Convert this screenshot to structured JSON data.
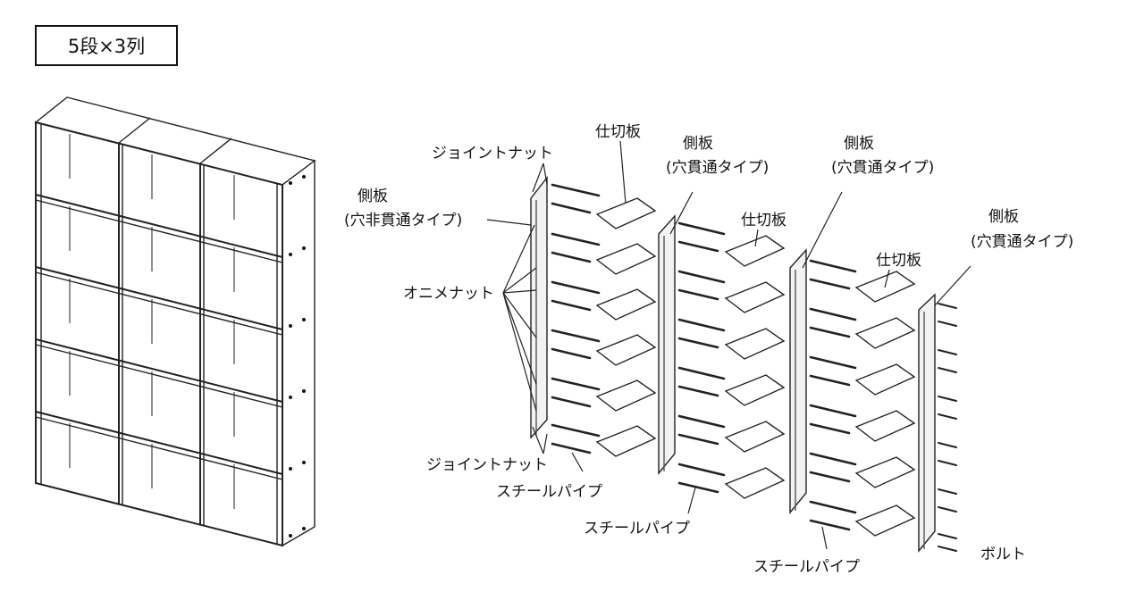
{
  "title": "5段×3列",
  "labels": {
    "joint_nut_top": "ジョイントナット",
    "side_closed_1": "側板",
    "side_closed_2": "(穴非貫通タイプ)",
    "oni_nut": "オニメナット",
    "joint_nut_bottom": "ジョイントナット",
    "pipe_1": "スチールパイプ",
    "divider_1": "仕切板",
    "side_open_a1": "側板",
    "side_open_a2": "(穴貫通タイプ)",
    "divider_2": "仕切板",
    "pipe_2": "スチールパイプ",
    "side_open_b1": "側板",
    "side_open_b2": "(穴貫通タイプ)",
    "divider_3": "仕切板",
    "pipe_3": "スチールパイプ",
    "side_open_c1": "側板",
    "side_open_c2": "(穴貫通タイプ)",
    "bolt": "ボルト"
  }
}
